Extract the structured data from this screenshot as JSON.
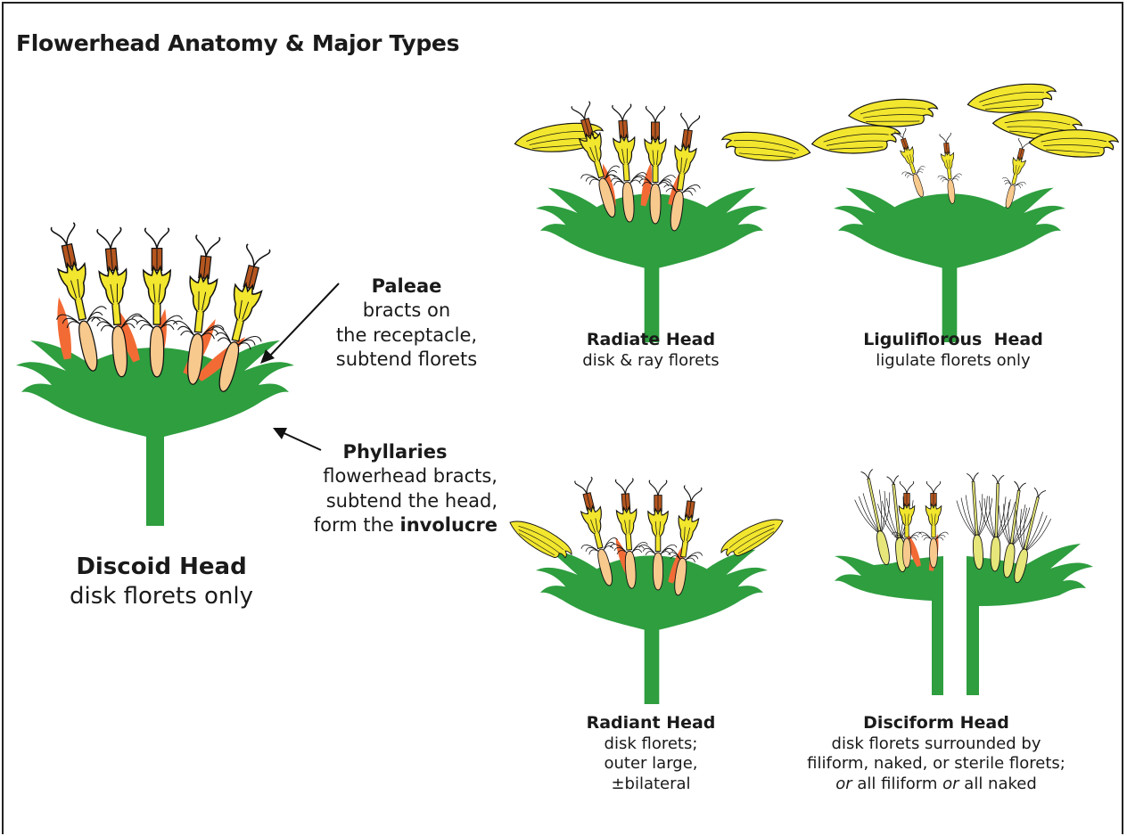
{
  "title": "Flowerhead Anatomy & Major Types",
  "colors": {
    "receptacle": "#2e9e3f",
    "floret": "#f2e62e",
    "ovary": "#f8c98d",
    "palea": "#f26b35",
    "anther": "#b5561f",
    "pappus_outline": "#222222",
    "filiform": "#e6e67a"
  },
  "discoid": {
    "heading": "Discoid Head",
    "line1": "disk florets only"
  },
  "paleae": {
    "heading": "Paleae",
    "line1": "bracts on",
    "line2": "the receptacle,",
    "line3": "subtend florets"
  },
  "phyllaries": {
    "heading": "Phyllaries",
    "line1": "flowerhead bracts,",
    "line2": "subtend the head,",
    "line3_prefix": "form the ",
    "line3_bold": "involucre"
  },
  "radiate": {
    "heading": "Radiate Head",
    "line1": "disk & ray florets"
  },
  "liguliflorous": {
    "heading": "Liguliflorous  Head",
    "line1": "ligulate florets only"
  },
  "radiant": {
    "heading": "Radiant Head",
    "line1": "disk florets;",
    "line2": "outer large,",
    "line3": "±bilateral"
  },
  "disciform": {
    "heading": "Disciform Head",
    "line1": "disk florets surrounded by",
    "line2": "filiform, naked, or sterile florets;",
    "line3_a": "or",
    "line3_b": " all filiform ",
    "line3_c": "or",
    "line3_d": " all naked"
  }
}
